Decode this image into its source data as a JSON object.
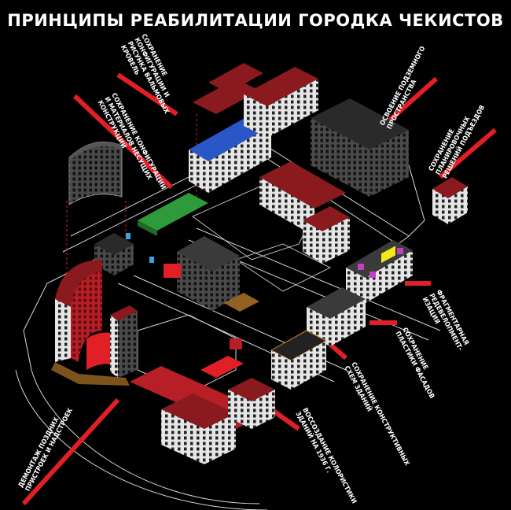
{
  "title": "ПРИНЦИПЫ РЕАБИЛИТАЦИИ ГОРОДКА ЧЕКИСТОВ",
  "colors": {
    "background": "#000000",
    "accent_red": "#e01f26",
    "roof_red": "#8b1a1f",
    "facade": "#e8e8e8",
    "dark_facade": "#3a3a3a",
    "highlight_blue": "#2a57c8",
    "highlight_green": "#2f9a3a",
    "highlight_yellow": "#f2e81a",
    "highlight_magenta": "#c040c0",
    "highlight_orange": "#d18a30"
  },
  "annotations": [
    {
      "id": "roofs",
      "lines": [
        "СОХРАНЕНИЕ",
        "КОНФИГУРАЦИИ И",
        "РИСУНКА ВАЛЬМОВЫХ",
        "КРОВЕЛЬ"
      ]
    },
    {
      "id": "structures",
      "lines": [
        "СОХРАНЕНИЕ КОНФИГУРАЦИИ",
        "И МАТЕРИАЛОВ НЕСУЩИХ",
        "КОНСТРУКЦИЙ"
      ]
    },
    {
      "id": "underground",
      "lines": [
        "ОСВОЕНИЕ ПОДЗЕМНОГО",
        "ПРОСТРАНСТВА"
      ]
    },
    {
      "id": "entrances",
      "lines": [
        "СОХРАНЕНИЕ",
        "ПЛАНИРОВОЧНЫХ",
        "РЕШЕНИЙ ПОДЪЕЗДОВ"
      ]
    },
    {
      "id": "redevelopment",
      "lines": [
        "ФРАГМЕНТАРНАЯ",
        "РЕДЕВЕЛОПМЕНТ-",
        "ИЗАЦИЯ"
      ]
    },
    {
      "id": "facades",
      "lines": [
        "СОХРАНЕНИЕ",
        "ПЛАСТИКИ ФАСАДОВ"
      ]
    },
    {
      "id": "schemes",
      "lines": [
        "СОХРАНЕНИЕ КОНСТРУКТИВНЫХ",
        "СХЕМ ЗДАНИЙ"
      ]
    },
    {
      "id": "colorscheme",
      "lines": [
        "ВОССОЗДАНИЕ КОЛОРИСТИКИ",
        "ЗДАНИЙ НА 1936 Г."
      ]
    },
    {
      "id": "demolition",
      "lines": [
        "ДЕМОНТАЖ ПОЗДНИХ",
        "ПРИСТРОЕК И НАДСТРОЕК"
      ]
    }
  ]
}
